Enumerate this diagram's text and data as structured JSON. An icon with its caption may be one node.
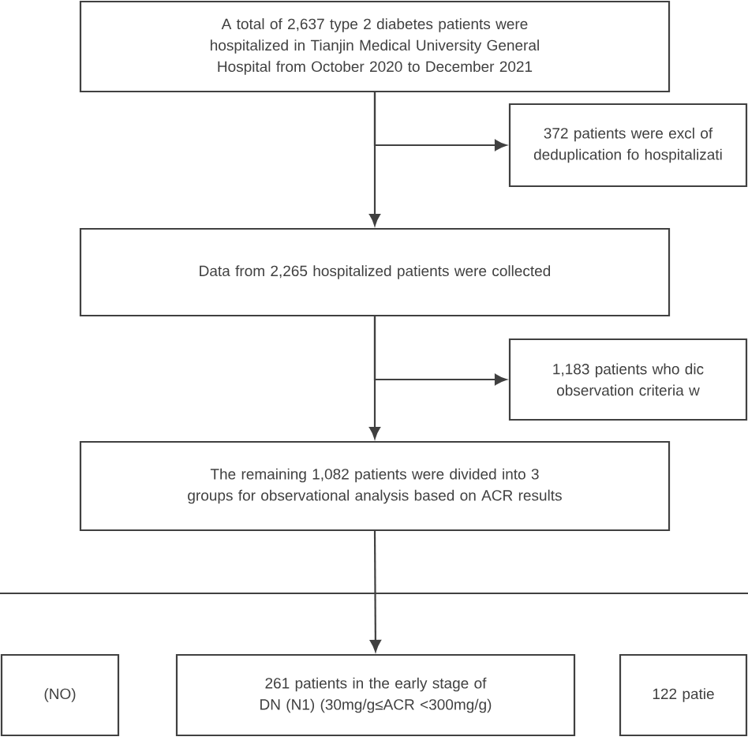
{
  "diagram": {
    "nodes": [
      {
        "text": [
          "A total of 2,637 type 2 diabetes patients were hospitalized in Tianjin Medical University General Hospital from October 2020 to December 2021"
        ]
      },
      {
        "text": [
          "372 patients were excl of deduplication fo hospitalizati"
        ]
      },
      {
        "text": [
          "Data from 2,265 hospitalized patients were collected"
        ]
      },
      {
        "text": [
          "1,183 patients who dic observation criteria w"
        ]
      },
      {
        "text": [
          "The remaining 1,082 patients were divided into 3 groups for observational analysis based on ACR results"
        ]
      },
      {
        "text": [
          "(NO)"
        ]
      },
      {
        "text": [
          "261 patients in the early stage of DN (N1) (30mg/g≤ACR <300mg/g)"
        ]
      },
      {
        "text": [
          "122 patie"
        ]
      }
    ],
    "edges": [
      {
        "from": 0,
        "to": 2,
        "arrow": "to"
      },
      {
        "from": 0,
        "to": 1,
        "arrow": "to"
      },
      {
        "from": 2,
        "to": 4,
        "arrow": "to"
      },
      {
        "from": 2,
        "to": 3,
        "arrow": "to"
      },
      {
        "from": 4,
        "to": 6,
        "arrow": "to"
      }
    ]
  }
}
